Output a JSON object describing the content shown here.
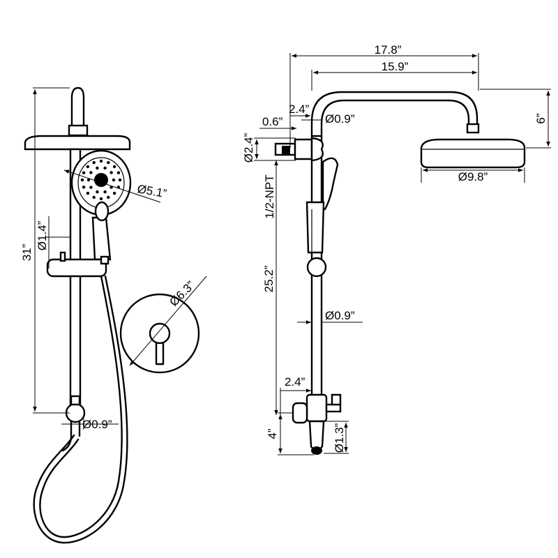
{
  "labels": {
    "height_total": "31”",
    "bar_diameter": "Ø1.4”",
    "handshower_diameter": "Ø5.1”",
    "escutcheon_diameter": "Ø6.3”",
    "inlet_diameter_left": "Ø0.9”",
    "width_total": "17.8”",
    "arm_reach": "15.9”",
    "wall_offset_top": "2.4”",
    "arm_diameter": "Ø0.9”",
    "standoff": "0.6”",
    "bracket_diameter": "Ø2.4”",
    "head_drop": "6”",
    "rainhead_diameter": "Ø9.8”",
    "thread_spec": "1/2-NPT",
    "slide_height": "25.2”",
    "pipe_diameter": "Ø0.9”",
    "valve_offset": "2.4”",
    "valve_height": "4”",
    "valve_diameter": "Ø1.3”"
  },
  "colors": {
    "line": "#000000",
    "background": "#ffffff"
  }
}
